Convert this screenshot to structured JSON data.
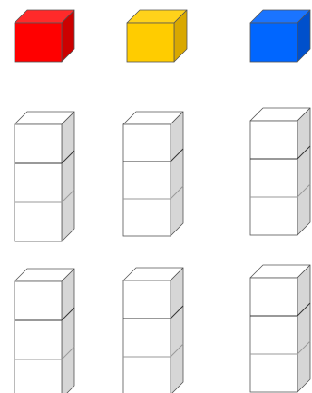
{
  "palette": {
    "red": {
      "face": "#ff0000",
      "top": "#ff2a2a",
      "side": "#cc0000"
    },
    "yellow": {
      "face": "#ffcc00",
      "top": "#ffd21a",
      "side": "#d9a800"
    },
    "blue": {
      "face": "#0066ff",
      "top": "#1a74ff",
      "side": "#0050cc"
    },
    "empty": {
      "face": "#ffffff",
      "top": "#ffffff",
      "side": "#d6d6d6"
    },
    "stroke": "#555555",
    "divider_light": "#9a9a9a",
    "divider_dark": "#333333"
  },
  "color_cubes": [
    {
      "name": "red-cube",
      "color": "red"
    },
    {
      "name": "yellow-cube",
      "color": "yellow"
    },
    {
      "name": "blue-cube",
      "color": "blue"
    }
  ],
  "stacks": [
    {
      "name": "stack-row1-col1",
      "cube_count": 3
    },
    {
      "name": "stack-row1-col2",
      "cube_count": 3
    },
    {
      "name": "stack-row1-col3",
      "cube_count": 3
    },
    {
      "name": "stack-row2-col1",
      "cube_count": 3
    },
    {
      "name": "stack-row2-col2",
      "cube_count": 3
    },
    {
      "name": "stack-row2-col3",
      "cube_count": 3
    }
  ]
}
